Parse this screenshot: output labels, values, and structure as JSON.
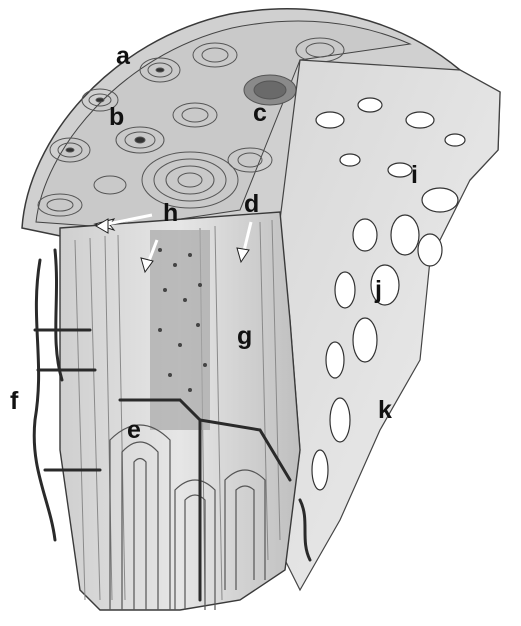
{
  "labels": {
    "a": "a",
    "b": "b",
    "c": "c",
    "d": "d",
    "e": "e",
    "f": "f",
    "g": "g",
    "h": "h",
    "i": "i",
    "j": "j",
    "k": "k"
  },
  "colors": {
    "ink": "#2a2a2a",
    "bone_light": "#e4e4e4",
    "bone_mid": "#bdbdbd",
    "bone_dark": "#6e6e6e",
    "arrow_fill": "#ffffff"
  }
}
